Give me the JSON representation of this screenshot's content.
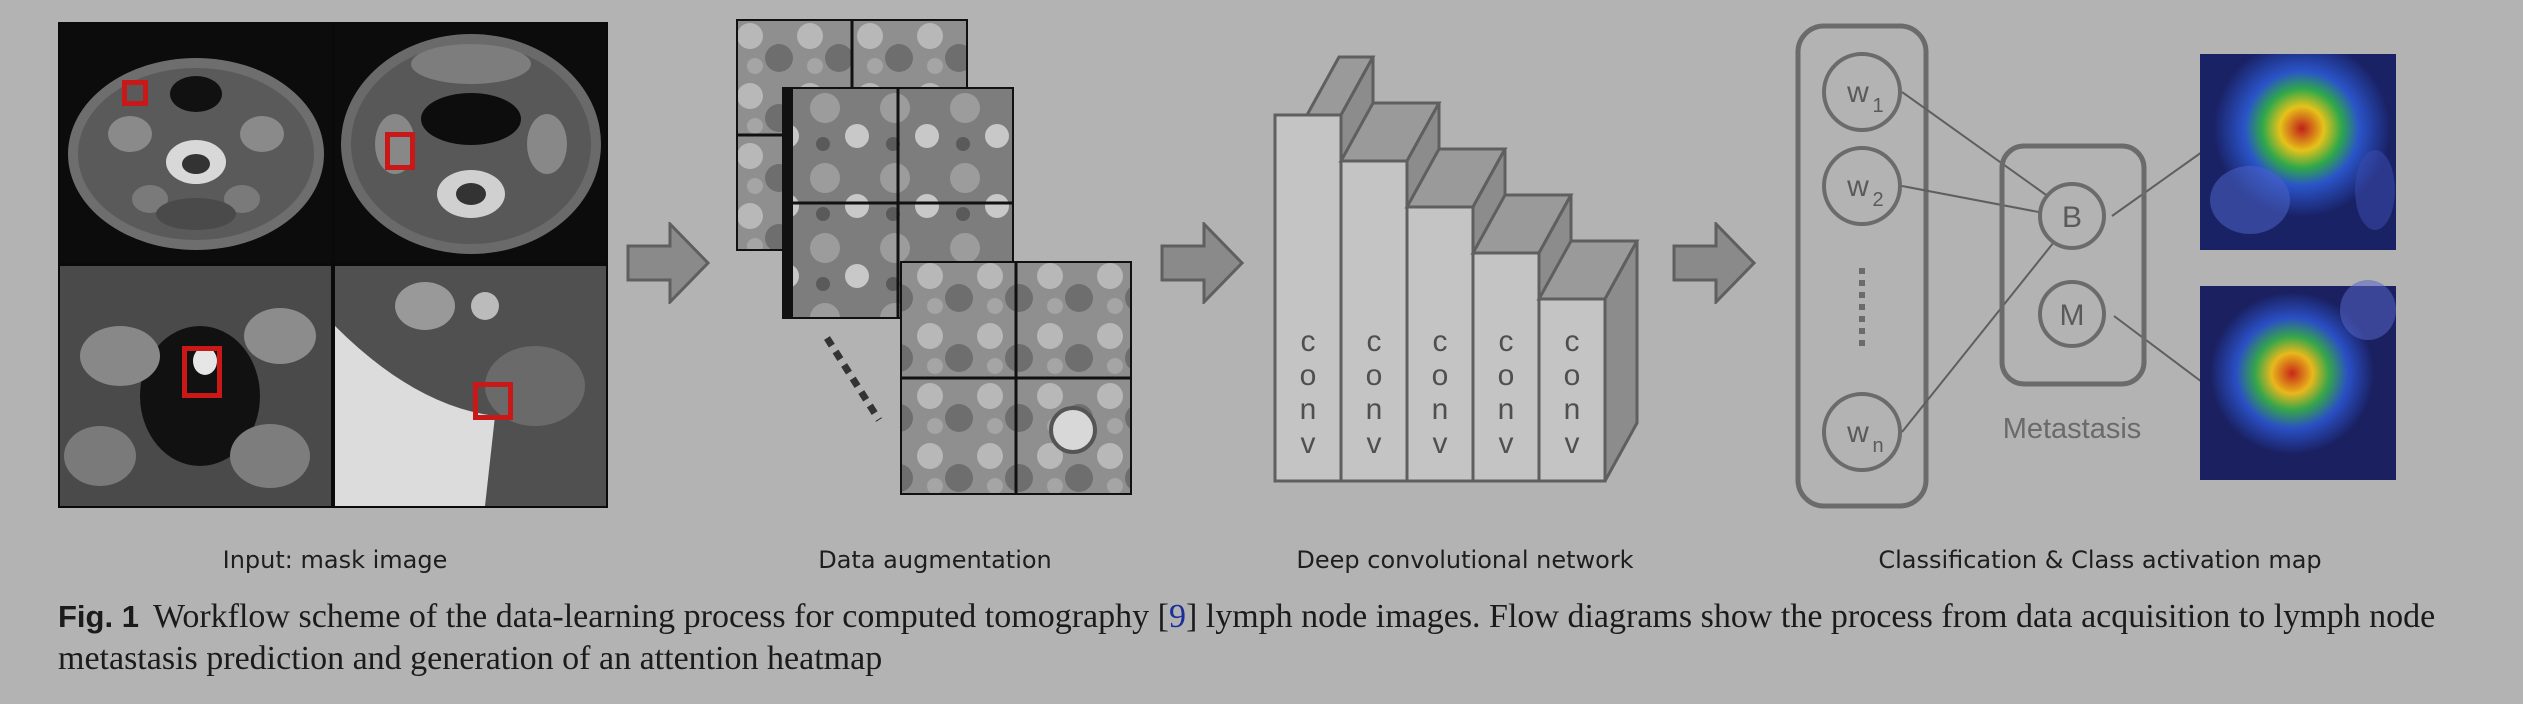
{
  "stages": {
    "input": {
      "label": "Input: mask image"
    },
    "augmentation": {
      "label": "Data augmentation"
    },
    "network": {
      "label": "Deep convolutional network",
      "layer_letters": [
        "c",
        "o",
        "n",
        "v"
      ]
    },
    "classification": {
      "label": "Classification & Class activation map",
      "weights": [
        {
          "base": "w",
          "sub": "1"
        },
        {
          "base": "w",
          "sub": "2"
        },
        {
          "base": "w",
          "sub": "n"
        }
      ],
      "classes": [
        "B",
        "M"
      ],
      "group_label": "Metastasis"
    }
  },
  "caption": {
    "fig_label": "Fig. 1",
    "text_before_ref": "Workflow scheme of the data-learning process for computed tomography [",
    "ref": "9",
    "text_after_ref": "] lymph node images. Flow diagrams show the process from data acquisition to lymph node metastasis prediction and generation of an attention heatmap"
  },
  "colors": {
    "background": "#b3b3b3",
    "diagram_gray": "#6b6b6b",
    "mask_box": "#c81818",
    "ref_link": "#1a2f9a"
  }
}
